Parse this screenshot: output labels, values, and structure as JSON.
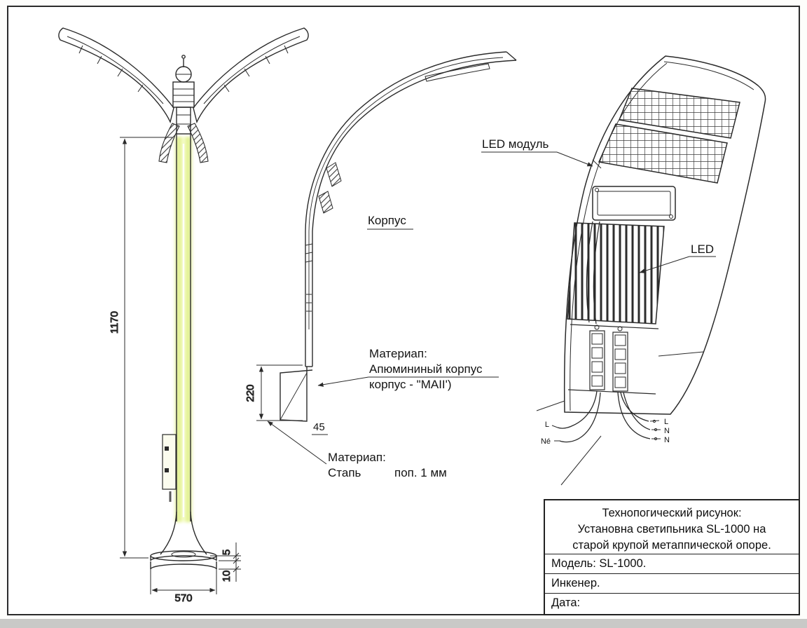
{
  "drawing": {
    "labels": {
      "korpus": "Корпус",
      "led_module": "LED модуль",
      "led": "LED",
      "material_aluminum_title": "Материап:",
      "material_aluminum_line1": "Апюмининый корпус",
      "material_aluminum_line2": "корпус - \"МАII')",
      "material_steel_title": "Материап:",
      "material_steel_name": "Стапь",
      "material_steel_spec": "поп. 1 мм"
    },
    "dimensions": {
      "pole_height": "1170",
      "bracket_height": "220",
      "housing_bottom_width": "45",
      "base_plate_top_thickness": "5",
      "base_plate_bottom_thickness": "10",
      "base_diameter": "570"
    },
    "wire_labels": {
      "left_top": "L",
      "left_bottom": "Né",
      "right_top": "L",
      "right_middle": "N",
      "right_bottom": "N"
    }
  },
  "title_block": {
    "drawing_title_line1": "Технопогический рисунок:",
    "drawing_title_line2": "Установна светипьника SL-1000 на",
    "drawing_title_line3": "старой крупой метаппической опоре.",
    "model": "Модель: SL-1000.",
    "engineer": "Инкенер.",
    "date": "Дата:"
  },
  "colors": {
    "line": "#2a2a2a",
    "glow_core": "#fbffd9",
    "glow_edge": "#cfe163",
    "background": "#ffffff"
  }
}
